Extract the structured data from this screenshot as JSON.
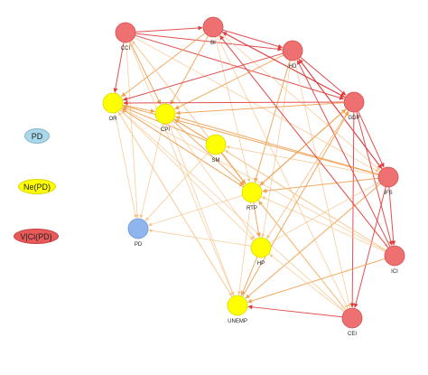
{
  "legend": [
    {
      "label": "PD",
      "color": "#a9d8ea",
      "border": "#8ab8cc"
    },
    {
      "label": "Ne(PD)",
      "color": "#ffff00",
      "border": "#d9d900"
    },
    {
      "label": "V|Ci(PD)",
      "color": "#e85a5a",
      "border": "#c84040"
    }
  ],
  "nodes": [
    {
      "id": "CCI",
      "label": "CCI",
      "type": "V|Ci(PD)"
    },
    {
      "id": "BI",
      "label": "BI",
      "type": "V|Ci(PD)"
    },
    {
      "id": "HD",
      "label": "HD",
      "type": "V|Ci(PD)"
    },
    {
      "id": "GDP",
      "label": "GDP",
      "type": "V|Ci(PD)"
    },
    {
      "id": "IFS",
      "label": "IFS",
      "type": "V|Ci(PD)"
    },
    {
      "id": "ICI",
      "label": "ICI",
      "type": "V|Ci(PD)"
    },
    {
      "id": "CEI",
      "label": "CEI",
      "type": "V|Ci(PD)"
    },
    {
      "id": "OR",
      "label": "OR",
      "type": "Ne(PD)"
    },
    {
      "id": "CPI",
      "label": "CPI",
      "type": "Ne(PD)"
    },
    {
      "id": "SM",
      "label": "SM",
      "type": "Ne(PD)"
    },
    {
      "id": "RTP",
      "label": "RTP",
      "type": "Ne(PD)"
    },
    {
      "id": "HP",
      "label": "HP",
      "type": "Ne(PD)"
    },
    {
      "id": "UNEMP",
      "label": "UNEMP",
      "type": "Ne(PD)"
    },
    {
      "id": "PD",
      "label": "PD",
      "type": "PD"
    }
  ],
  "colors": {
    "PD": "#8fb5ee",
    "Ne(PD)": "#ffff00",
    "V|Ci(PD)": "#ee7070",
    "edge_red": "#e03c3c",
    "edge_orange": "#f0a050",
    "edge_light": "#f7c48a"
  },
  "edges": [
    [
      "CCI",
      "BI",
      "edge_red"
    ],
    [
      "CCI",
      "HD",
      "edge_red"
    ],
    [
      "CCI",
      "GDP",
      "edge_red"
    ],
    [
      "CCI",
      "OR",
      "edge_red"
    ],
    [
      "CCI",
      "CPI",
      "edge_orange"
    ],
    [
      "CCI",
      "PD",
      "edge_light"
    ],
    [
      "CCI",
      "RTP",
      "edge_light"
    ],
    [
      "CCI",
      "IFS",
      "edge_light"
    ],
    [
      "BI",
      "HD",
      "edge_red"
    ],
    [
      "BI",
      "GDP",
      "edge_red"
    ],
    [
      "BI",
      "OR",
      "edge_orange"
    ],
    [
      "BI",
      "CPI",
      "edge_orange"
    ],
    [
      "BI",
      "RTP",
      "edge_light"
    ],
    [
      "BI",
      "IFS",
      "edge_light"
    ],
    [
      "BI",
      "ICI",
      "edge_light"
    ],
    [
      "BI",
      "CEI",
      "edge_light"
    ],
    [
      "HD",
      "GDP",
      "edge_red"
    ],
    [
      "HD",
      "OR",
      "edge_red"
    ],
    [
      "HD",
      "CPI",
      "edge_orange"
    ],
    [
      "HD",
      "RTP",
      "edge_orange"
    ],
    [
      "HD",
      "HP",
      "edge_light"
    ],
    [
      "HD",
      "IFS",
      "edge_red"
    ],
    [
      "HD",
      "CEI",
      "edge_light"
    ],
    [
      "GDP",
      "OR",
      "edge_red"
    ],
    [
      "GDP",
      "CPI",
      "edge_orange"
    ],
    [
      "GDP",
      "RTP",
      "edge_orange"
    ],
    [
      "GDP",
      "HP",
      "edge_light"
    ],
    [
      "GDP",
      "IFS",
      "edge_red"
    ],
    [
      "GDP",
      "ICI",
      "edge_red"
    ],
    [
      "GDP",
      "CEI",
      "edge_red"
    ],
    [
      "GDP",
      "BI",
      "edge_red"
    ],
    [
      "IFS",
      "OR",
      "edge_orange"
    ],
    [
      "IFS",
      "CPI",
      "edge_orange"
    ],
    [
      "IFS",
      "RTP",
      "edge_orange"
    ],
    [
      "IFS",
      "SM",
      "edge_light"
    ],
    [
      "IFS",
      "ICI",
      "edge_red"
    ],
    [
      "IFS",
      "CEI",
      "edge_red"
    ],
    [
      "IFS",
      "UNEMP",
      "edge_orange"
    ],
    [
      "IFS",
      "HD",
      "edge_red"
    ],
    [
      "ICI",
      "OR",
      "edge_light"
    ],
    [
      "ICI",
      "RTP",
      "edge_light"
    ],
    [
      "ICI",
      "SM",
      "edge_light"
    ],
    [
      "ICI",
      "UNEMP",
      "edge_orange"
    ],
    [
      "ICI",
      "CPI",
      "edge_light"
    ],
    [
      "ICI",
      "BI",
      "edge_red"
    ],
    [
      "ICI",
      "HD",
      "edge_red"
    ],
    [
      "CEI",
      "UNEMP",
      "edge_red"
    ],
    [
      "CEI",
      "HP",
      "edge_light"
    ],
    [
      "CEI",
      "RTP",
      "edge_orange"
    ],
    [
      "CEI",
      "OR",
      "edge_light"
    ],
    [
      "CEI",
      "CCI",
      "edge_light"
    ],
    [
      "OR",
      "PD",
      "edge_light"
    ],
    [
      "OR",
      "CPI",
      "edge_orange"
    ],
    [
      "OR",
      "RTP",
      "edge_light"
    ],
    [
      "OR",
      "HP",
      "edge_light"
    ],
    [
      "OR",
      "UNEMP",
      "edge_light"
    ],
    [
      "CPI",
      "PD",
      "edge_light"
    ],
    [
      "CPI",
      "UNEMP",
      "edge_light"
    ],
    [
      "CPI",
      "RTP",
      "edge_orange"
    ],
    [
      "CPI",
      "HP",
      "edge_light"
    ],
    [
      "SM",
      "OR",
      "edge_orange"
    ],
    [
      "SM",
      "PD",
      "edge_light"
    ],
    [
      "SM",
      "RTP",
      "edge_orange"
    ],
    [
      "SM",
      "CPI",
      "edge_orange"
    ],
    [
      "RTP",
      "PD",
      "edge_light"
    ],
    [
      "RTP",
      "HP",
      "edge_orange"
    ],
    [
      "RTP",
      "OR",
      "edge_orange"
    ],
    [
      "RTP",
      "UNEMP",
      "edge_light"
    ],
    [
      "RTP",
      "GDP",
      "edge_orange"
    ],
    [
      "HP",
      "PD",
      "edge_light"
    ],
    [
      "HP",
      "UNEMP",
      "edge_orange"
    ],
    [
      "HP",
      "GDP",
      "edge_light"
    ],
    [
      "HP",
      "IFS",
      "edge_light"
    ],
    [
      "UNEMP",
      "OR",
      "edge_light"
    ],
    [
      "UNEMP",
      "GDP",
      "edge_orange"
    ],
    [
      "UNEMP",
      "CCI",
      "edge_light"
    ]
  ]
}
